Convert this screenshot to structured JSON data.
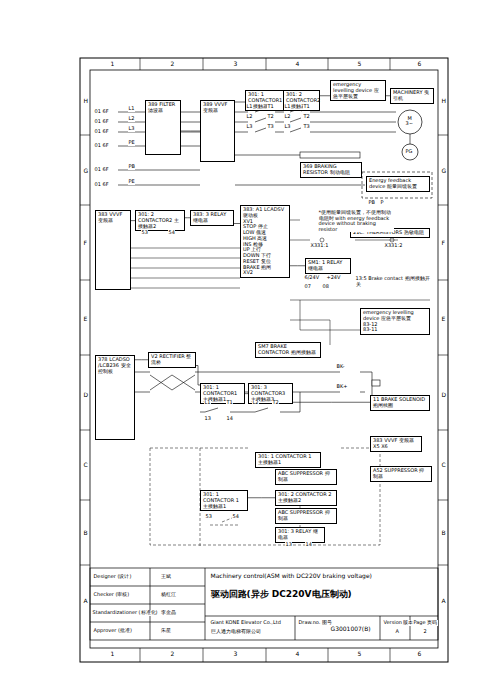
{
  "diagram": {
    "title": "驱动回路(异步 DC220V电压制动)",
    "nodes": [
      {
        "text": [
          "389 FILTER 滤波器"
        ]
      },
      {
        "text": [
          "389 VVVF 变频器"
        ]
      },
      {
        "text": [
          "301: 1 CONTACTOR1 主接触器1"
        ]
      },
      {
        "text": [
          "301: 2 CONTACTOR2 主接触器2"
        ]
      },
      {
        "text": [
          "emergency levelling device 应急平层装置"
        ]
      },
      {
        "text": [
          "MACHINERY 曳引机"
        ]
      },
      {
        "text": [
          "369 BRAKING RESISTOR 制动电阻"
        ]
      },
      {
        "text": [
          "Energy feedback device 能量回馈装置"
        ]
      },
      {
        "text": [
          "383 VVVF 变频器"
        ]
      },
      {
        "text": [
          "301: 2 CONTACTOR2 主接触器2"
        ]
      },
      {
        "text": [
          "383: 3 RELAY 继电器"
        ]
      },
      {
        "text": [
          "383: A1 LCADSV 驱动板",
          "XV1",
          "STOP 停止",
          "LOW 低速",
          "HIGH 高速",
          "INS 检修",
          "UP 上行",
          "DOWN 下行",
          "RESET 复位",
          "BRAKE 抱闸",
          "XV2"
        ]
      },
      {
        "text": [
          "21C: THERMISTORS 热敏电阻"
        ]
      },
      {
        "text": [
          "SM1: 1 RELAY 继电器"
        ]
      },
      {
        "text": [
          "emergency levelling device 应急平层装置",
          "83-12",
          "83-11"
        ]
      },
      {
        "text": [
          "SM7 BRAKE CONTACTOR 抱闸接触器"
        ]
      },
      {
        "text": [
          "378 LCADSO /LCB236 安全控制板"
        ]
      },
      {
        "text": [
          "V2 RECTIFIER 整流桥"
        ]
      },
      {
        "text": [
          "301: 1 CONTACTOR1 主接触器1"
        ]
      },
      {
        "text": [
          "301: 3 CONTACTOR3 主接触器3"
        ]
      },
      {
        "text": [
          "11 BRAKE SOLENOID 抱闸线圈"
        ]
      },
      {
        "text": [
          "383 VVVF 变频器",
          "X5 X6"
        ]
      },
      {
        "text": [
          "A52 SUPPRESSOR 抑制器"
        ]
      },
      {
        "text": [
          "301: 1 CONTACTOR 1 主接触器1"
        ]
      },
      {
        "text": [
          "ABC SUPPRESSOR 抑制器"
        ]
      },
      {
        "text": [
          "301: 1 CONTACTOR 1 主接触器1"
        ]
      },
      {
        "text": [
          "301: 2 CONTACTOR 2 主接触器2"
        ]
      },
      {
        "text": [
          "ABC SUPPRESSOR 抑制器"
        ]
      },
      {
        "text": [
          "301: 3 RELAY 继电器"
        ]
      }
    ],
    "edges": [
      {
        "from": 0,
        "to": 1,
        "arrow": "none"
      },
      {
        "from": 1,
        "to": 2,
        "arrow": "none"
      },
      {
        "from": 2,
        "to": 3,
        "arrow": "none"
      },
      {
        "from": 3,
        "to": 5,
        "arrow": "none"
      },
      {
        "from": 8,
        "to": 9,
        "arrow": "none"
      },
      {
        "from": 9,
        "to": 10,
        "arrow": "none"
      },
      {
        "from": 10,
        "to": 11,
        "arrow": "none"
      },
      {
        "from": 11,
        "to": 13,
        "arrow": "none"
      },
      {
        "from": 16,
        "to": 17,
        "arrow": "none"
      },
      {
        "from": 17,
        "to": 18,
        "arrow": "none"
      },
      {
        "from": 18,
        "to": 19,
        "arrow": "none"
      },
      {
        "from": 19,
        "to": 20,
        "arrow": "none"
      },
      {
        "from": 25,
        "to": 26,
        "arrow": "none"
      }
    ],
    "labels": [
      "1",
      "2",
      "3",
      "4",
      "5",
      "6",
      "1",
      "2",
      "3",
      "4",
      "5",
      "6",
      "H",
      "G",
      "F",
      "E",
      "D",
      "C",
      "B",
      "A",
      "H",
      "G",
      "F",
      "E",
      "D",
      "C",
      "B",
      "A",
      "01 6F",
      "01 6F",
      "01 6F",
      "01 6F",
      "01 6F",
      "01 6F",
      "L1",
      "L2",
      "L3",
      "PE",
      "PB",
      "PE",
      "L1",
      "T1",
      "L2",
      "T2",
      "L3",
      "T3",
      "L1",
      "T1",
      "L2",
      "T2",
      "L3",
      "T3",
      "M",
      "3~",
      "PG",
      "PB",
      "P",
      "*使用能量回馈装置，不使用制动电阻时 with energy feedback device without braking resistor",
      "X331:1",
      "X331:2",
      "53",
      "54",
      "6/24V",
      "+24V",
      "07",
      "08",
      "13:5 Brake contact 抱闸接触开关",
      "L1",
      "T1",
      "L2",
      "T2",
      "13",
      "14",
      "BK-",
      "BK+",
      "53",
      "54",
      "13",
      "14",
      "Designer (设计)",
      "王斌",
      "Checker (审核)",
      "杨红江",
      "Standardizationer (标准化)",
      "李金晶",
      "Approver (批准)",
      "朱星",
      "Machinery control(ASM with DC220V braking voltage)",
      "Giant KONE Elevator Co.,Ltd",
      "巨人通力电梯有限公司",
      "Draw.no. 图号",
      "G3001007(B)",
      "Version 版本",
      "A",
      "Page 页码",
      "2"
    ]
  }
}
